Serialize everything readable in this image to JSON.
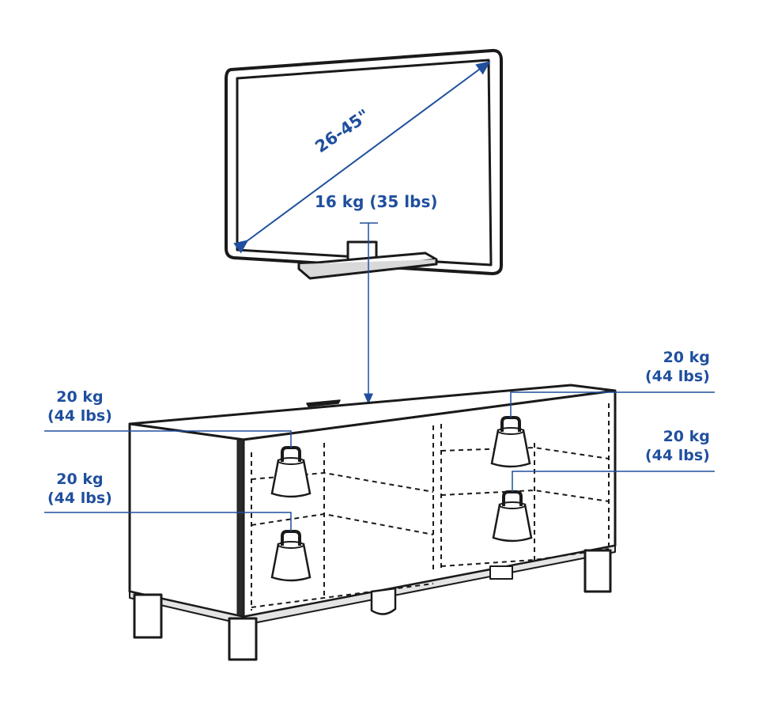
{
  "tv": {
    "size_label": "26-45\"",
    "weight_label": "16 kg (35 lbs)"
  },
  "loads": {
    "top_left": {
      "kg": "20 kg",
      "lbs": "(44 lbs)"
    },
    "bottom_left": {
      "kg": "20 kg",
      "lbs": "(44 lbs)"
    },
    "top_right": {
      "kg": "20 kg",
      "lbs": "(44 lbs)"
    },
    "bottom_right": {
      "kg": "20 kg",
      "lbs": "(44 lbs)"
    }
  },
  "colors": {
    "annotation": "#1f4f9e",
    "line": "#1a1a1a"
  }
}
